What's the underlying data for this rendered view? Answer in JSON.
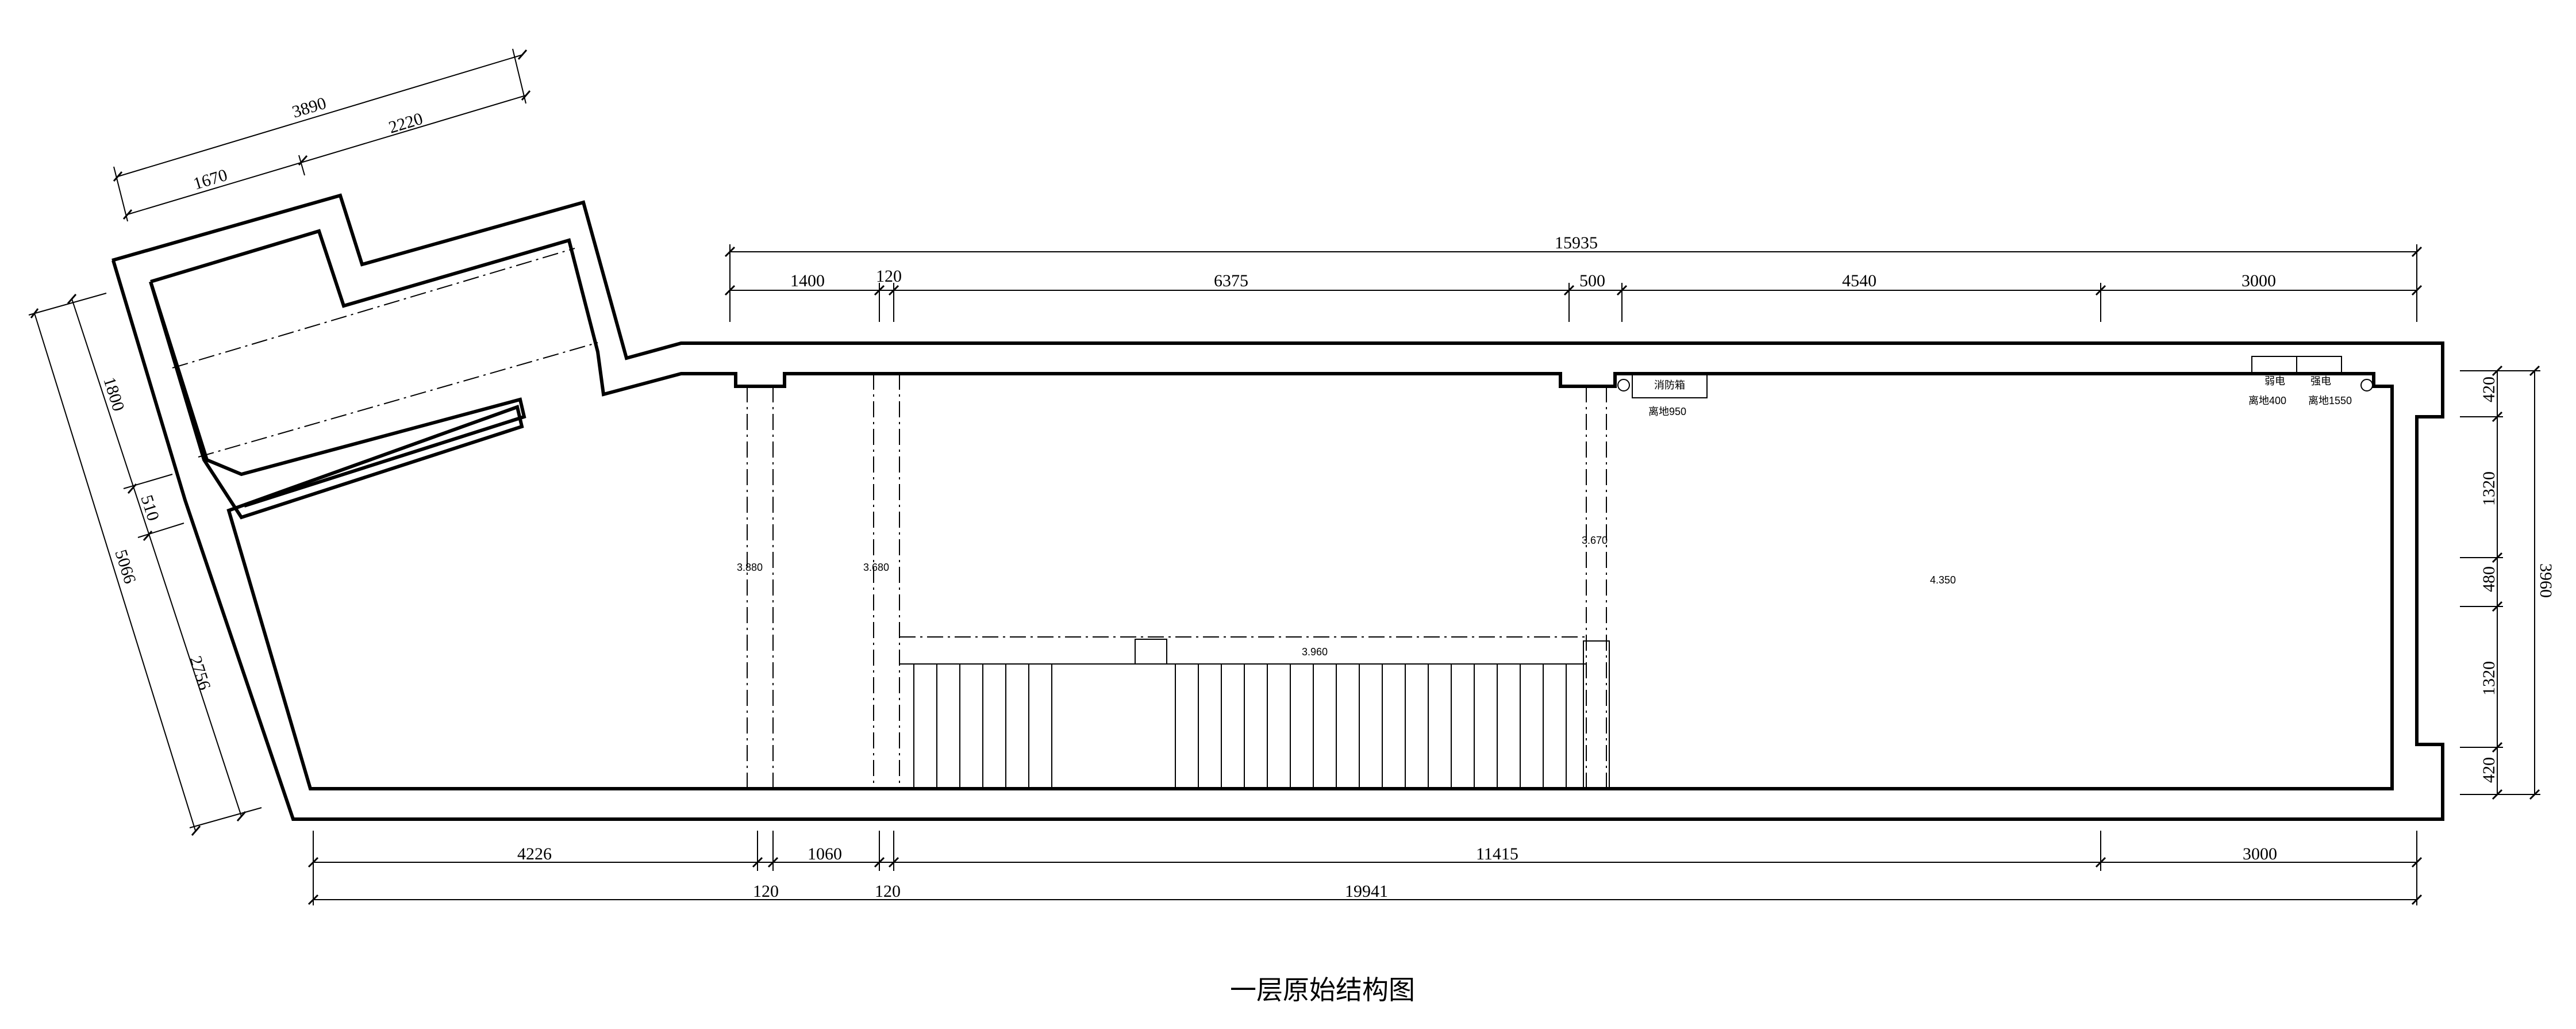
{
  "title": "一层原始结构图",
  "dimensions": {
    "top_total": "15935",
    "top_1400": "1400",
    "top_120": "120",
    "top_6375": "6375",
    "top_500": "500",
    "top_4540": "4540",
    "top_3000": "3000",
    "bottom_4226": "4226",
    "bottom_1060": "1060",
    "bottom_11415": "11415",
    "bottom_3000": "3000",
    "bottom_120a": "120",
    "bottom_120b": "120",
    "bottom_total": "19941",
    "right_420a": "420",
    "right_1320a": "1320",
    "right_480": "480",
    "right_1320b": "1320",
    "right_420b": "420",
    "right_total": "3960",
    "diag_3890": "3890",
    "diag_1670": "1670",
    "diag_2220": "2220",
    "left_1800": "1800",
    "left_510": "510",
    "left_2756": "2756",
    "left_5066": "5066"
  },
  "labels": {
    "fire_box": "消防箱",
    "fire_height": "离地950",
    "weak_elec": "弱电",
    "weak_height": "离地400",
    "strong_elec": "强电",
    "strong_height": "离地1550"
  },
  "levels": {
    "l1": "3.880",
    "l2": "3.680",
    "l3": "3.670",
    "l4": "4.350",
    "l5": "3.960"
  }
}
